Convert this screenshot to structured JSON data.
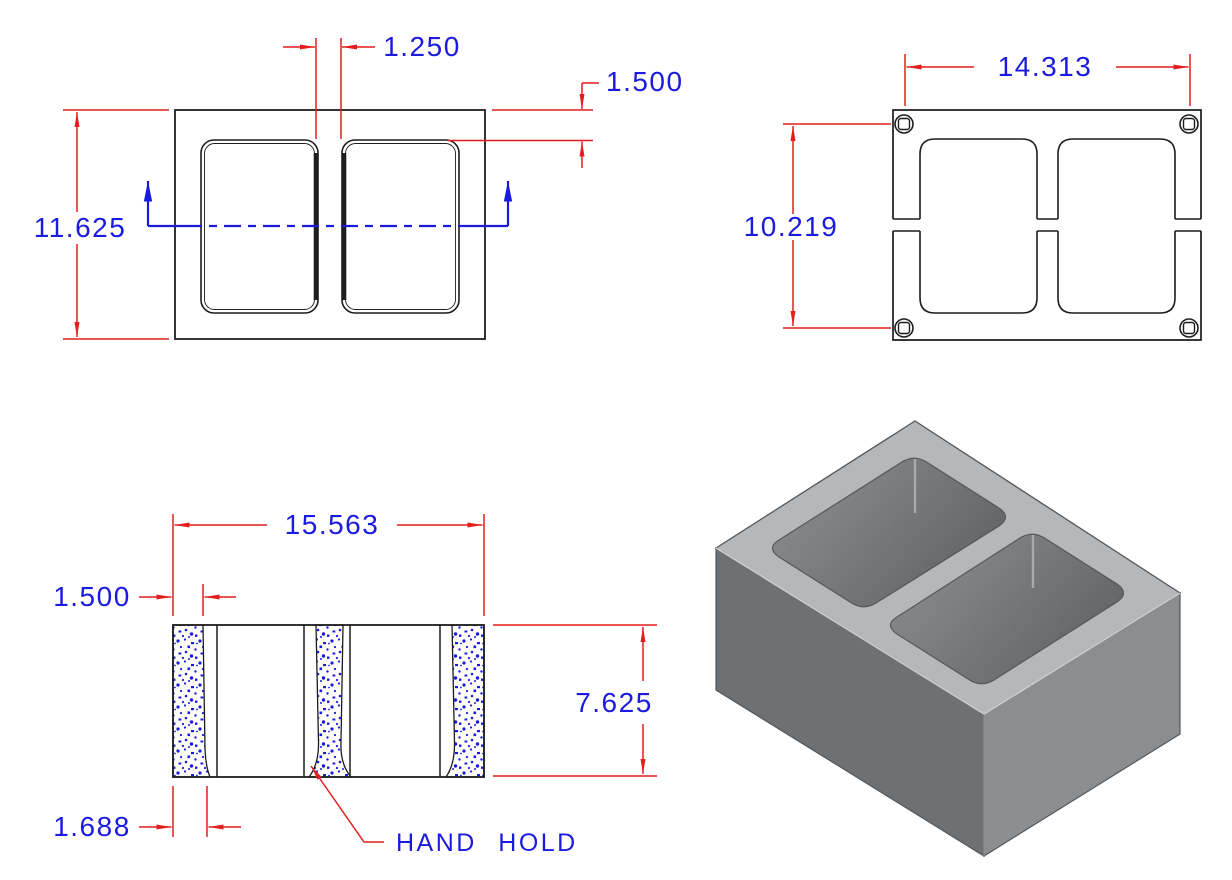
{
  "colors": {
    "background": "#ffffff",
    "dim_red": "#e31e1e",
    "anno_blue": "#1b1bdf",
    "line_black": "#1d1d1f",
    "iso_top_face": "#b5b7b9",
    "iso_left_face": "#6e7173",
    "iso_right_face": "#8b8e90",
    "iso_hole_light": "#8e9092",
    "iso_hole_dark": "#626466"
  },
  "plan_view": {
    "web_width": "1.250",
    "shell_thickness": "1.500",
    "block_depth": "11.625"
  },
  "bottom_view": {
    "pin_span_width": "14.313",
    "pin_span_height": "10.219"
  },
  "section_view": {
    "block_width": "15.563",
    "wall_top": "1.500",
    "block_height": "7.625",
    "wall_bottom": "1.688",
    "callout": "HAND HOLD"
  }
}
